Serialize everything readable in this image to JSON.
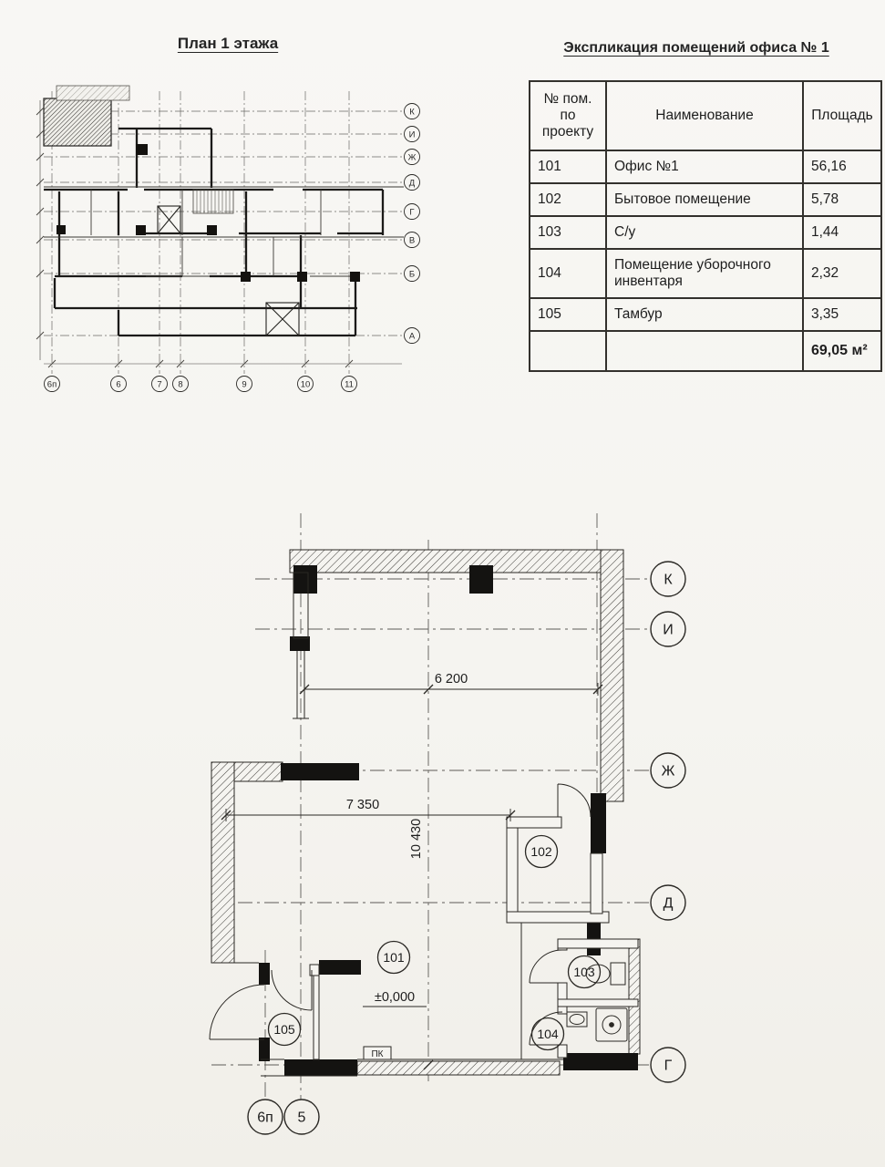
{
  "titles": {
    "plan_title": "План 1 этажа",
    "table_title": "Экспликация помещений офиса № 1"
  },
  "table": {
    "header": {
      "col1": "№ пом.\nпо\nпроекту",
      "col2": "Наименование",
      "col3": "Площадь"
    },
    "rows": [
      {
        "num": "101",
        "name": "Офис №1",
        "area": "56,16"
      },
      {
        "num": "102",
        "name": "Бытовое помещение",
        "area": "5,78"
      },
      {
        "num": "103",
        "name": "С/у",
        "area": "1,44"
      },
      {
        "num": "104",
        "name": "Помещение уборочного инвентаря",
        "area": "2,32"
      },
      {
        "num": "105",
        "name": "Тамбур",
        "area": "3,35"
      }
    ],
    "total": {
      "area": "69,05 м²"
    }
  },
  "small_plan": {
    "axis_letters": [
      "К",
      "И",
      "Ж",
      "Д",
      "Г",
      "В",
      "Б",
      "А"
    ],
    "axis_numbers": [
      "6п",
      "6",
      "7",
      "8",
      "9",
      "10",
      "11"
    ]
  },
  "large_plan": {
    "axis_letters": [
      "К",
      "И",
      "Ж",
      "Д",
      "Г"
    ],
    "axis_numbers": [
      "6п",
      "5"
    ],
    "room_labels": [
      "101",
      "102",
      "103",
      "104",
      "105"
    ],
    "dim_top": "6 200",
    "dim_mid": "7 350",
    "dim_vertical": "10 430",
    "level_mark": "±0,000",
    "pk_label": "ПК"
  }
}
